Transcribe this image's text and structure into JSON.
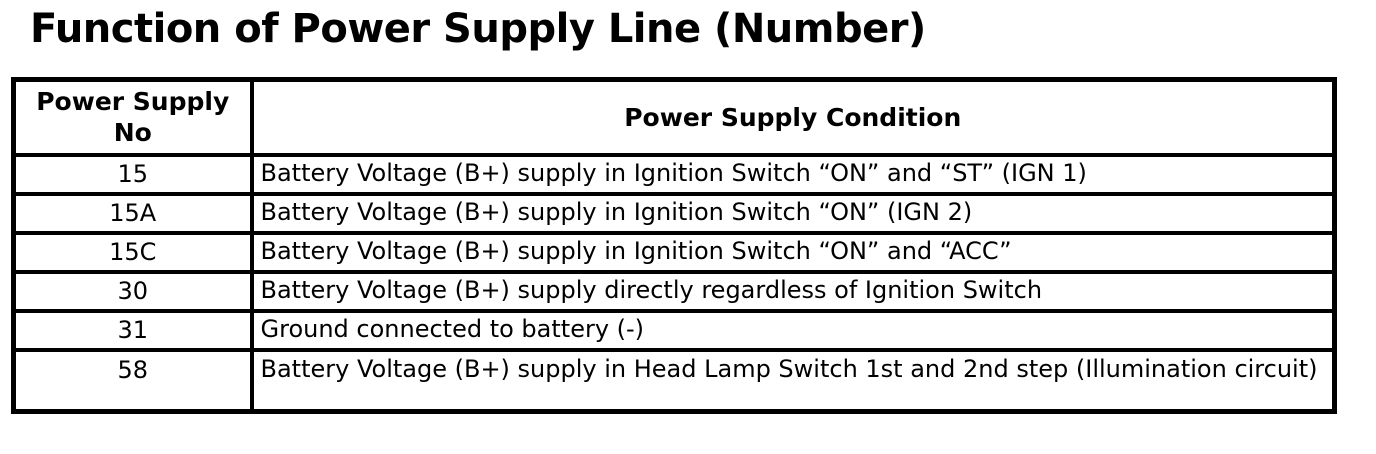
{
  "page": {
    "title": "Function of Power Supply Line (Number)"
  },
  "table": {
    "headers": {
      "no": "Power Supply\nNo",
      "condition": "Power Supply Condition"
    },
    "rows": [
      {
        "no": "15",
        "condition": "Battery Voltage (B+) supply in Ignition Switch “ON” and “ST” (IGN 1)"
      },
      {
        "no": "15A",
        "condition": "Battery Voltage (B+) supply in Ignition Switch “ON” (IGN 2)"
      },
      {
        "no": "15C",
        "condition": "Battery Voltage (B+) supply in Ignition Switch “ON” and “ACC”"
      },
      {
        "no": "30",
        "condition": "Battery Voltage (B+) supply directly regardless of Ignition Switch"
      },
      {
        "no": "31",
        "condition": "Ground connected to battery (-)"
      },
      {
        "no": "58",
        "condition": "Battery Voltage (B+) supply in Head Lamp Switch 1st and 2nd step (Illumination circuit)"
      }
    ]
  }
}
